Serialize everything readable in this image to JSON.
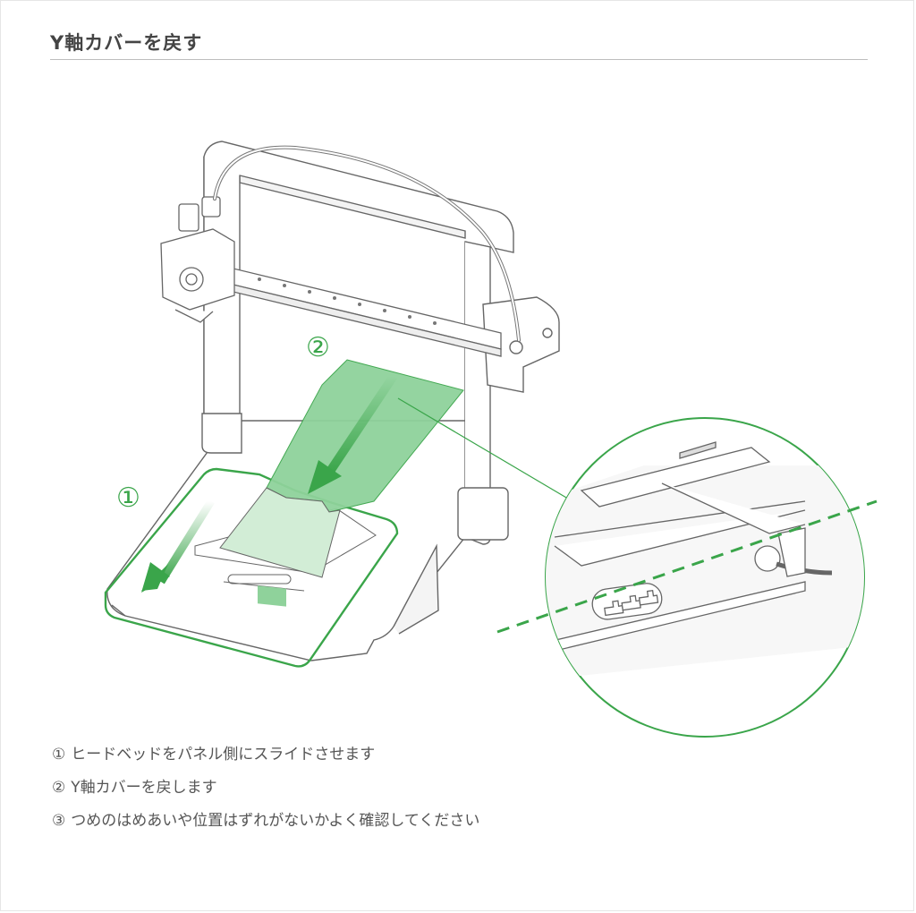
{
  "title": "Y軸カバーを戻す",
  "callouts": {
    "one": "①",
    "two": "②"
  },
  "colors": {
    "accent": "#3aa54a",
    "accent_fill": "#8fd29b",
    "line": "#666666"
  },
  "steps": [
    {
      "num": "①",
      "text": "ヒードベッドをパネル側にスライドさせます"
    },
    {
      "num": "②",
      "text": "Y軸カバーを戻します"
    },
    {
      "num": "③",
      "text": "つめのはめあいや位置はずれがないかよく確認してください"
    }
  ]
}
